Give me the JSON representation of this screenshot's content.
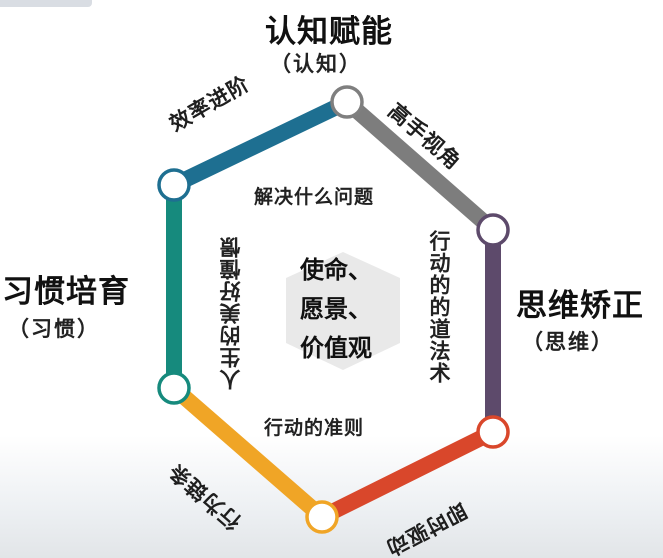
{
  "nodes": {
    "top": {
      "title": "认知赋能",
      "sub": "（认知）"
    },
    "right": {
      "title": "思维矫正",
      "sub": "（思维）"
    },
    "left": {
      "title": "习惯培育",
      "sub": "（习惯）"
    }
  },
  "edges": {
    "top_left": "效率进阶",
    "top_right": "高手视角",
    "bottom_right": "即时驱动",
    "bottom_left": "行为链条"
  },
  "inner": {
    "top": "解决什么问题",
    "bottom": "行动的准则",
    "left": "人生的美好憧憬",
    "right": "行动的的道法术"
  },
  "center": {
    "line1": "使命、",
    "line2": "愿景、",
    "line3": "价值观"
  },
  "colors": {
    "top_right_edge": "#7d7d7d",
    "right_edge": "#5d4a6b",
    "bottom_right_edge": "#d9472b",
    "bottom_left_edge": "#f0a526",
    "left_edge": "#168a7d",
    "top_left_edge": "#1e6f91",
    "center_fill": "#e9e9e9",
    "node_stroke": "#7f7f7f"
  }
}
